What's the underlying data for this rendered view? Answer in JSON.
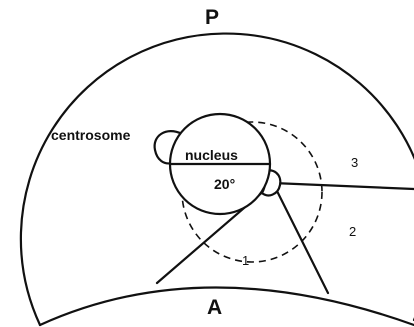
{
  "labels": {
    "pole_top": "P",
    "pole_bottom": "A",
    "centrosome": "centrosome",
    "nucleus": "nucleus",
    "angle": "20°",
    "sector_1": "1",
    "sector_2": "2",
    "sector_3": "3"
  },
  "colors": {
    "ink": "#111111",
    "background": "#ffffff"
  }
}
